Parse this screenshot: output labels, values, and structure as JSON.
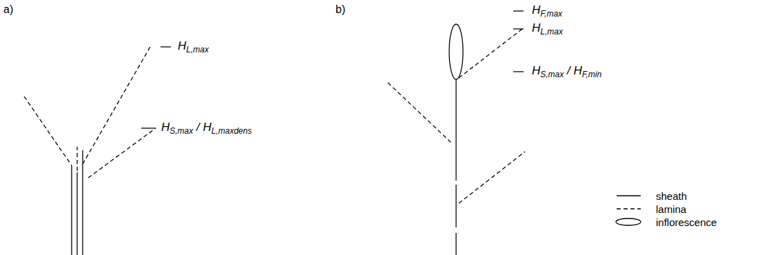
{
  "diagram": {
    "labels": [
      "a)",
      "b)",
      "HL,max",
      "HS,max / HL,maxdens",
      "HF,max",
      "HL,max",
      "HS,max / HF,min"
    ],
    "legend": [
      {
        "text": "sheath"
      },
      {
        "text": "lamina"
      },
      {
        "text": "inflorescence"
      }
    ]
  }
}
